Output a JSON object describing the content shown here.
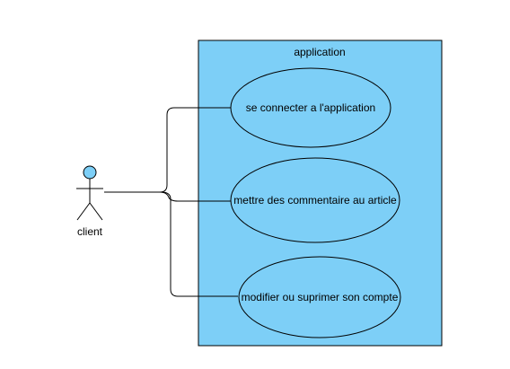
{
  "system": {
    "label": "application",
    "fill": "#7DCFF7",
    "stroke": "#000000"
  },
  "actor": {
    "label": "client",
    "head_fill": "#7DCFF7"
  },
  "use_cases": [
    {
      "label": "se connecter a l'application"
    },
    {
      "label": "mettre des commentaire au article"
    },
    {
      "label": "modifier ou suprimer son compte"
    }
  ]
}
